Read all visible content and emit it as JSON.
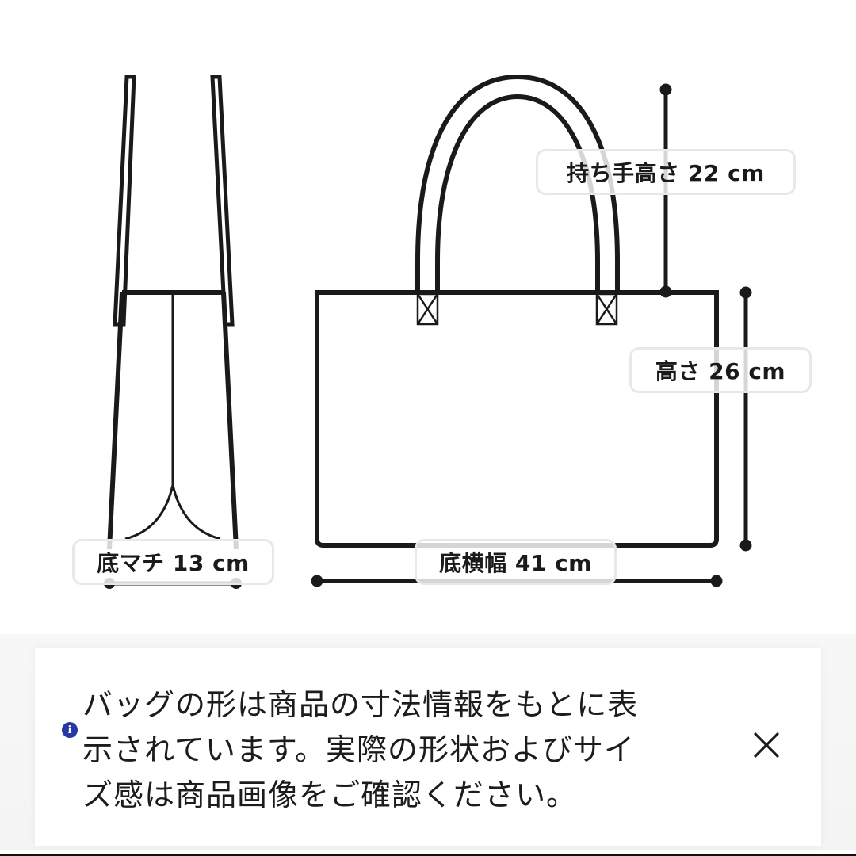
{
  "diagram": {
    "title": "bag-size-diagram",
    "stroke_color": "#1a1a1a",
    "label_border_color": "#e8e8e8",
    "dimensions": {
      "handle_height": {
        "label": "持ち手高さ 22 cm",
        "name": "持ち手高さ",
        "value": 22,
        "unit": "cm"
      },
      "height": {
        "label": "高さ 26 cm",
        "name": "高さ",
        "value": 26,
        "unit": "cm"
      },
      "bottom_width": {
        "label": "底横幅 41 cm",
        "name": "底横幅",
        "value": 41,
        "unit": "cm"
      },
      "bottom_gusset": {
        "label": "底マチ 13 cm",
        "name": "底マチ",
        "value": 13,
        "unit": "cm"
      }
    },
    "views": [
      "side-view",
      "front-view"
    ]
  },
  "notice": {
    "info_icon": "i",
    "message": "バッグの形は商品の寸法情報をもとに表示されています。実際の形状およびサイズ感は商品画像をご確認ください。",
    "lines": [
      "バッグの形は商品の寸法情報をもとに表",
      "示されています。実際の形状およびサイ",
      "ズ感は商品画像をご確認ください。"
    ],
    "close_icon": "close-icon",
    "info_icon_color": "#2637a8"
  }
}
